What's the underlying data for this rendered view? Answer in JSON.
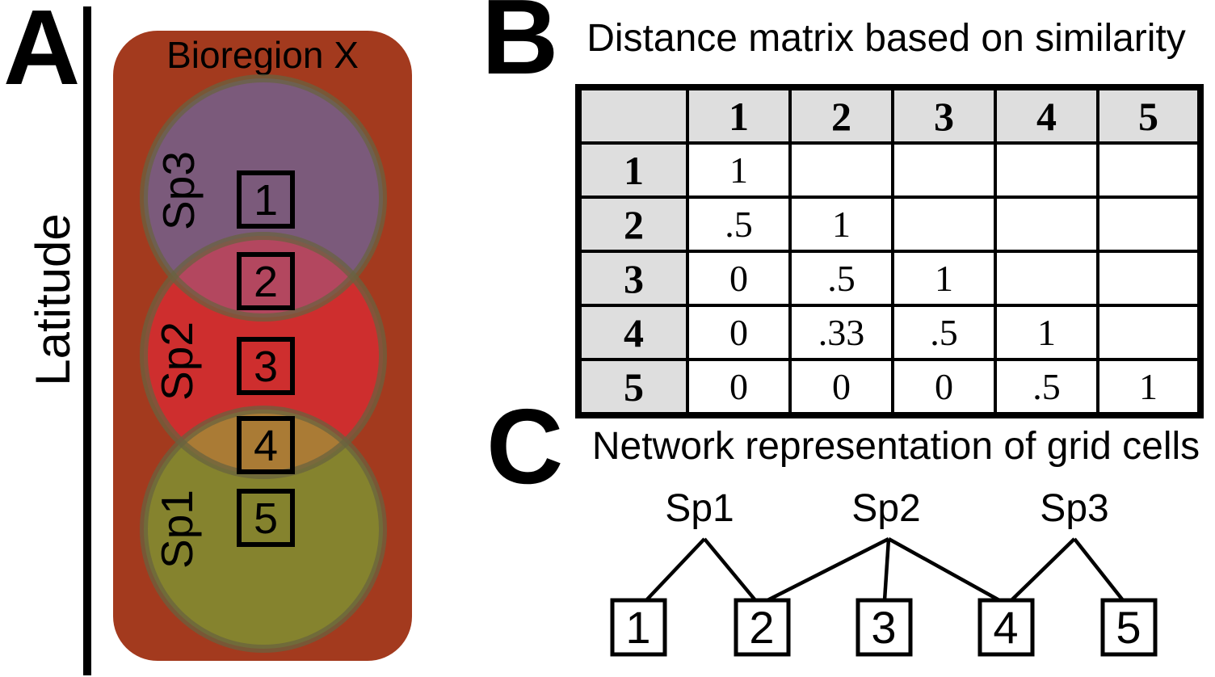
{
  "colors": {
    "rust": "#A33A1E",
    "purple": "#7B5A7B",
    "red": "#CE2E2E",
    "rose": "#B3475F",
    "olive": "#85832E",
    "ochre": "#AA7B35",
    "circle_stroke": "rgba(104,98,64,0.72)",
    "table_header_bg": "#DEDEDE"
  },
  "panelA": {
    "letter": "A",
    "axis_label": "Latitude",
    "region_label": "Bioregion X",
    "species_labels": {
      "sp3": "Sp3",
      "sp2": "Sp2",
      "sp1": "Sp1"
    },
    "cells": [
      "1",
      "2",
      "3",
      "4",
      "5"
    ]
  },
  "panelB": {
    "letter": "B",
    "title": "Distance matrix based on similarity",
    "corner": "",
    "col_headers": [
      "1",
      "2",
      "3",
      "4",
      "5"
    ],
    "rows": [
      {
        "label": "1",
        "values": [
          "1",
          "",
          "",
          "",
          ""
        ]
      },
      {
        "label": "2",
        "values": [
          ".5",
          "1",
          "",
          "",
          ""
        ]
      },
      {
        "label": "3",
        "values": [
          "0",
          ".5",
          "1",
          "",
          ""
        ]
      },
      {
        "label": "4",
        "values": [
          "0",
          ".33",
          ".5",
          "1",
          ""
        ]
      },
      {
        "label": "5",
        "values": [
          "0",
          "0",
          "0",
          ".5",
          "1"
        ]
      }
    ]
  },
  "panelC": {
    "letter": "C",
    "title": "Network representation of grid cells",
    "species": [
      "Sp1",
      "Sp2",
      "Sp3"
    ],
    "cells": [
      "1",
      "2",
      "3",
      "4",
      "5"
    ],
    "edges": [
      {
        "from": "Sp1",
        "to": "1"
      },
      {
        "from": "Sp1",
        "to": "2"
      },
      {
        "from": "Sp2",
        "to": "2"
      },
      {
        "from": "Sp2",
        "to": "3"
      },
      {
        "from": "Sp2",
        "to": "4"
      },
      {
        "from": "Sp3",
        "to": "4"
      },
      {
        "from": "Sp3",
        "to": "5"
      }
    ]
  }
}
